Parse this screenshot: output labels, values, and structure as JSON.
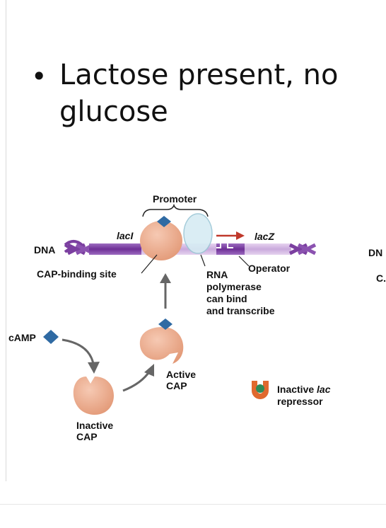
{
  "slide": {
    "bullet": "•",
    "title_line1": "Lactose present, no",
    "title_line2": "glucose"
  },
  "diagram": {
    "promoter": "Promoter",
    "lacI": "lacI",
    "lacZ": "lacZ",
    "dna_left": "DNA",
    "dna_right_partial": "DN",
    "cap_binding_site": "CAP-binding site",
    "operator": "Operator",
    "rna_line1": "RNA",
    "rna_line2": "polymerase",
    "rna_line3": "can bind",
    "rna_line4": "and transcribe",
    "camp": "cAMP",
    "active_cap_line1": "Active",
    "active_cap_line2": "CAP",
    "inactive_cap_line1": "Inactive",
    "inactive_cap_line2": "CAP",
    "repressor_line1_prefix": "Inactive ",
    "repressor_line1_italic": "lac",
    "repressor_line2": "repressor",
    "right_partial_c": "C."
  },
  "colors": {
    "dna_purple": "#7b3fa0",
    "cap_salmon": "#eaa98b",
    "camp_blue": "#2f6aa3",
    "arrow_red": "#c0392b",
    "polymerase_blue": "#cfe6ee",
    "repressor_orange": "#e0692e",
    "repressor_green": "#2e8b57"
  }
}
